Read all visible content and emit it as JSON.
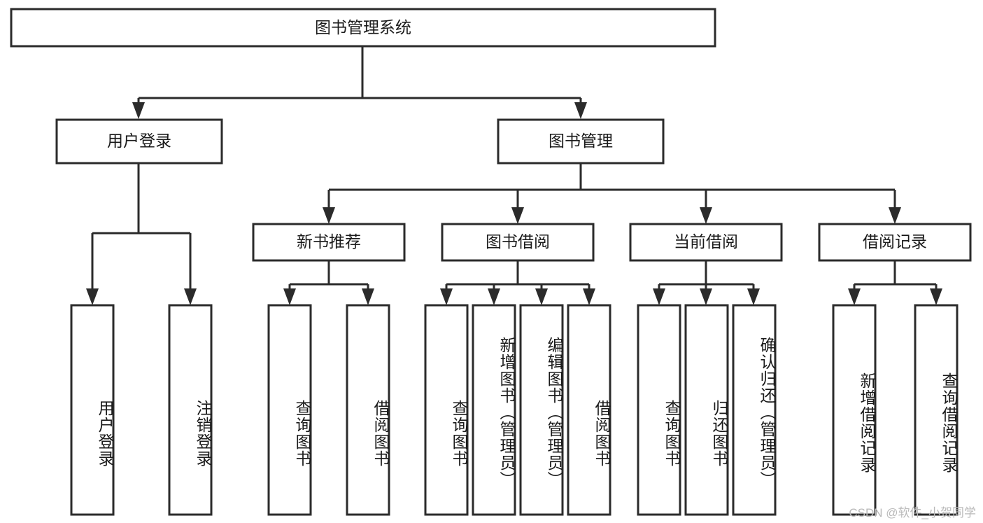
{
  "diagram": {
    "title": "图书管理系统",
    "watermark": "CSDN @软件_小贺同学",
    "style": {
      "box_fill": "#ffffff",
      "box_stroke": "#2b2b2b",
      "text_color": "#1a1a1a",
      "watermark_color": "#b9b9b9",
      "background": "#ffffff"
    }
  },
  "chart_data": {
    "type": "tree-diagram",
    "title": "图书管理系统",
    "orientation": "top-down",
    "root": {
      "label": "图书管理系统",
      "children": [
        {
          "label": "用户登录",
          "children": [
            {
              "label": "用户登录",
              "children": []
            },
            {
              "label": "注销登录",
              "children": []
            }
          ]
        },
        {
          "label": "图书管理",
          "children": [
            {
              "label": "新书推荐",
              "children": [
                {
                  "label": "查询图书",
                  "children": []
                },
                {
                  "label": "借阅图书",
                  "children": []
                }
              ]
            },
            {
              "label": "图书借阅",
              "children": [
                {
                  "label": "查询图书",
                  "children": []
                },
                {
                  "label": "新增图书（管理员）",
                  "children": []
                },
                {
                  "label": "编辑图书（管理员）",
                  "children": []
                },
                {
                  "label": "借阅图书",
                  "children": []
                }
              ]
            },
            {
              "label": "当前借阅",
              "children": [
                {
                  "label": "查询图书",
                  "children": []
                },
                {
                  "label": "归还图书",
                  "children": []
                },
                {
                  "label": "确认归还（管理员）",
                  "children": []
                }
              ]
            },
            {
              "label": "借阅记录",
              "children": [
                {
                  "label": "新增借阅记录",
                  "children": []
                },
                {
                  "label": "查询借阅记录",
                  "children": []
                }
              ]
            }
          ]
        }
      ]
    }
  },
  "nodes": {
    "root": {
      "label": "图书管理系统"
    },
    "level2": [
      {
        "label": "用户登录"
      },
      {
        "label": "图书管理"
      }
    ],
    "level3": [
      {
        "label": "新书推荐"
      },
      {
        "label": "图书借阅"
      },
      {
        "label": "当前借阅"
      },
      {
        "label": "借阅记录"
      }
    ],
    "leaves": {
      "user_login": [
        {
          "label": "用户登录"
        },
        {
          "label": "注销登录"
        }
      ],
      "new_book": [
        {
          "label": "查询图书"
        },
        {
          "label": "借阅图书"
        }
      ],
      "borrow": [
        {
          "label": "查询图书"
        },
        {
          "label": "新增图书（管理员）"
        },
        {
          "label": "编辑图书（管理员）"
        },
        {
          "label": "借阅图书"
        }
      ],
      "current": [
        {
          "label": "查询图书"
        },
        {
          "label": "归还图书"
        },
        {
          "label": "确认归还（管理员）"
        }
      ],
      "records": [
        {
          "label": "新增借阅记录"
        },
        {
          "label": "查询借阅记录"
        }
      ]
    }
  }
}
